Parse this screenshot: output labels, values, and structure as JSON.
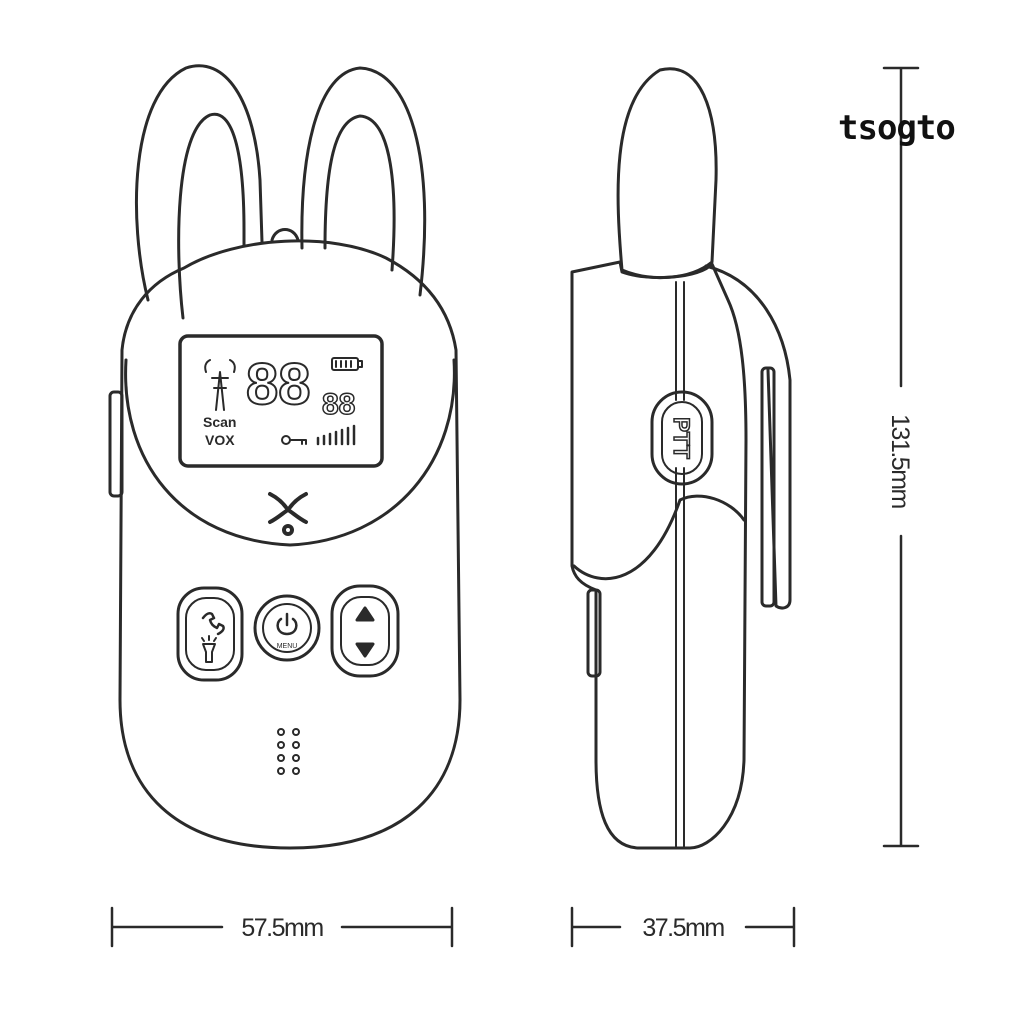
{
  "brand": "tsogto",
  "front": {
    "lcd": {
      "big_digits": "88",
      "small_digits": "88",
      "mode_1": "Scan",
      "mode_2": "VOX"
    },
    "menu_label": "MENU"
  },
  "side": {
    "ptt_label": "PTT"
  },
  "dimensions": {
    "width": "57.5mm",
    "depth": "37.5mm",
    "height": "131.5mm"
  }
}
